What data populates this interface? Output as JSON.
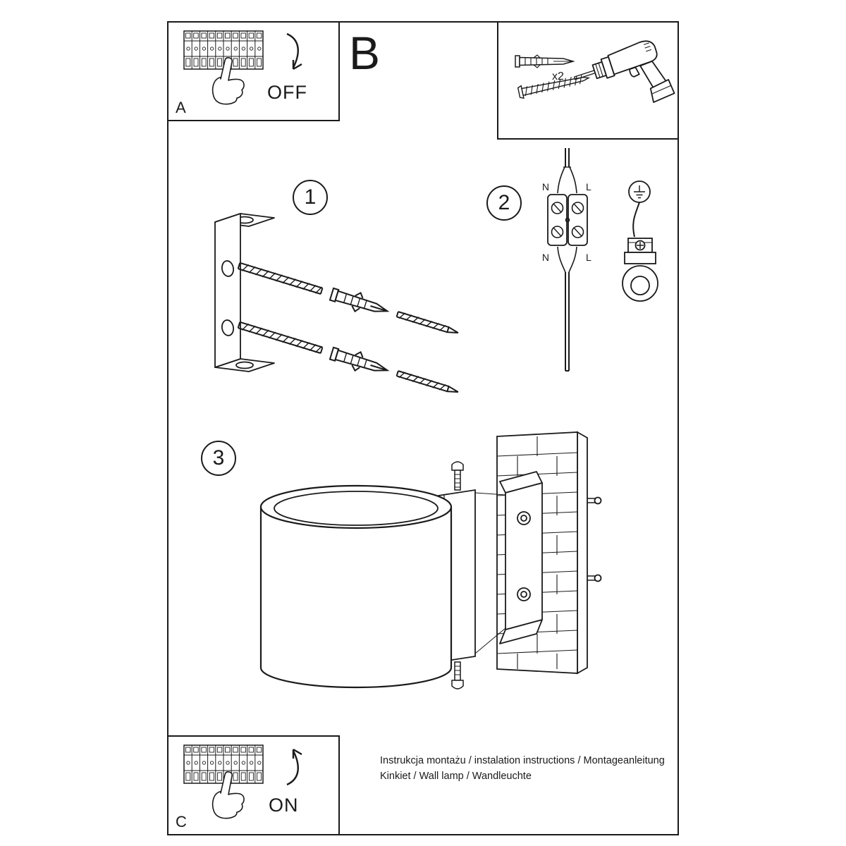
{
  "section_b": {
    "label": "B"
  },
  "panel_a": {
    "label": "A",
    "state_label": "OFF"
  },
  "panel_c": {
    "label": "C",
    "state_label": "ON"
  },
  "tools": {
    "count_label": "x2"
  },
  "step1": {
    "number": "1"
  },
  "step2": {
    "number": "2",
    "terminal": {
      "top_left": "N",
      "top_right": "L",
      "bottom_left": "N",
      "bottom_right": "L"
    }
  },
  "step3": {
    "number": "3"
  },
  "footer": {
    "line1": "Instrukcja montażu / instalation instructions / Montageanleitung",
    "line2": "Kinkiet / Wall lamp / Wandleuchte"
  },
  "colors": {
    "line": "#1a1a1a",
    "background": "#ffffff"
  }
}
